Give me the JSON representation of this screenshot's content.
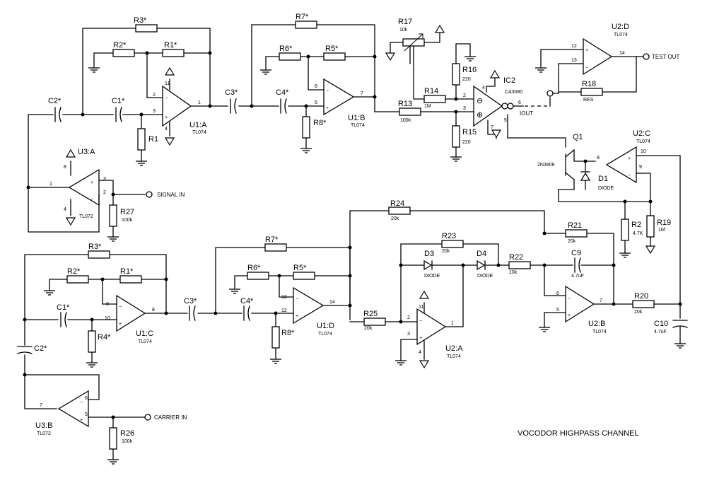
{
  "title": "VOCODOR HIGHPASS CHANNEL",
  "ports": {
    "signal_in": "SIGNAL IN",
    "carrier_in": "CARRIER IN",
    "test_out": "TEST OUT",
    "iout": "IOUT"
  },
  "opamps": {
    "u1a": {
      "name": "U1:A",
      "part": "TL074",
      "pin_inv": "2",
      "pin_noninv": "3",
      "pin_out": "1",
      "pin_vplus": "11",
      "pin_vminus": "4"
    },
    "u1b": {
      "name": "U1:B",
      "part": "TL074",
      "pin_inv": "6",
      "pin_noninv": "5",
      "pin_out": "7"
    },
    "u1c": {
      "name": "U1:C",
      "part": "TL074",
      "pin_inv": "9",
      "pin_noninv": "10",
      "pin_out": "8"
    },
    "u1d": {
      "name": "U1:D",
      "part": "TL074",
      "pin_inv": "13",
      "pin_noninv": "12",
      "pin_out": "14"
    },
    "u2a": {
      "name": "U2:A",
      "part": "TL074",
      "pin_inv": "2",
      "pin_noninv": "3",
      "pin_out": "1",
      "pin_vplus": "11",
      "pin_vminus": "4"
    },
    "u2b": {
      "name": "U2:B",
      "part": "TL074",
      "pin_inv": "6",
      "pin_noninv": "5",
      "pin_out": "7"
    },
    "u2c": {
      "name": "U2:C",
      "part": "TL074",
      "pin_inv": "9",
      "pin_noninv": "8",
      "pin_out": "10"
    },
    "u2d": {
      "name": "U2:D",
      "part": "TL074",
      "pin_inv": "13",
      "pin_noninv": "12",
      "pin_out": "14"
    },
    "u3a": {
      "name": "U3:A",
      "part": "TL072",
      "pin_inv": "2",
      "pin_noninv": "3",
      "pin_out": "1",
      "pin_vplus": "8",
      "pin_vminus": "4"
    },
    "u3b": {
      "name": "U3:B",
      "part": "TL072",
      "pin_inv": "6",
      "pin_noninv": "5",
      "pin_out": "7"
    },
    "ic2": {
      "name": "IC2",
      "part": "CA3080",
      "pin_inv": "2",
      "pin_noninv": "3",
      "pin_out": "6",
      "pin_iabc": "5",
      "pin_vplus": "4",
      "pin_vminus": "7",
      "sym_minus": "⊖",
      "sym_plus": "⊕"
    }
  },
  "resistors": {
    "r1_top": {
      "name": "R1*"
    },
    "r2_top": {
      "name": "R2*"
    },
    "r3_top": {
      "name": "R3*"
    },
    "r1": {
      "name": "R1"
    },
    "r5_top": {
      "name": "R5*"
    },
    "r6_top": {
      "name": "R6*"
    },
    "r7_top": {
      "name": "R7*"
    },
    "r8_top": {
      "name": "R8*"
    },
    "r13": {
      "name": "R13",
      "value": "100k"
    },
    "r14": {
      "name": "R14",
      "value": "1M"
    },
    "r15": {
      "name": "R15",
      "value": "220"
    },
    "r16": {
      "name": "R16",
      "value": "220"
    },
    "r17": {
      "name": "R17",
      "value": "10k"
    },
    "r18": {
      "name": "R18",
      "value": "RES"
    },
    "r19": {
      "name": "R19",
      "value": "1M"
    },
    "r2": {
      "name": "R2",
      "value": "4.7K"
    },
    "r20": {
      "name": "R20",
      "value": "20k"
    },
    "r21": {
      "name": "R21",
      "value": "20k"
    },
    "r22": {
      "name": "R22",
      "value": "10k"
    },
    "r23": {
      "name": "R23",
      "value": "20k"
    },
    "r24": {
      "name": "R24",
      "value": "20k"
    },
    "r25": {
      "name": "R25",
      "value": "20k"
    },
    "r26": {
      "name": "R26",
      "value": "100k"
    },
    "r27": {
      "name": "R27",
      "value": "100k"
    },
    "r1_bot": {
      "name": "R1*"
    },
    "r2_bot": {
      "name": "R2*"
    },
    "r3_bot": {
      "name": "R3*"
    },
    "r4_bot": {
      "name": "R4*"
    },
    "r5_bot": {
      "name": "R5*"
    },
    "r6_bot": {
      "name": "R6*"
    },
    "r7_bot": {
      "name": "R7*"
    },
    "r8_bot": {
      "name": "R8*"
    }
  },
  "capacitors": {
    "c1_top": {
      "name": "C1*"
    },
    "c2_top": {
      "name": "C2*"
    },
    "c3_top": {
      "name": "C3*"
    },
    "c4_top": {
      "name": "C4*"
    },
    "c1_bot": {
      "name": "C1*"
    },
    "c2_bot": {
      "name": "C2*"
    },
    "c3_bot": {
      "name": "C3*"
    },
    "c4_bot": {
      "name": "C4*"
    },
    "c9": {
      "name": "C9",
      "value": "4.7uF"
    },
    "c10": {
      "name": "C10",
      "value": "4.7uF"
    }
  },
  "diodes": {
    "d1": {
      "name": "D1",
      "part": "DIODE"
    },
    "d3": {
      "name": "D3",
      "part": "DIODE"
    },
    "d4": {
      "name": "D4",
      "part": "DIODE"
    }
  },
  "transistor": {
    "name": "Q1",
    "part": "2N3906"
  }
}
